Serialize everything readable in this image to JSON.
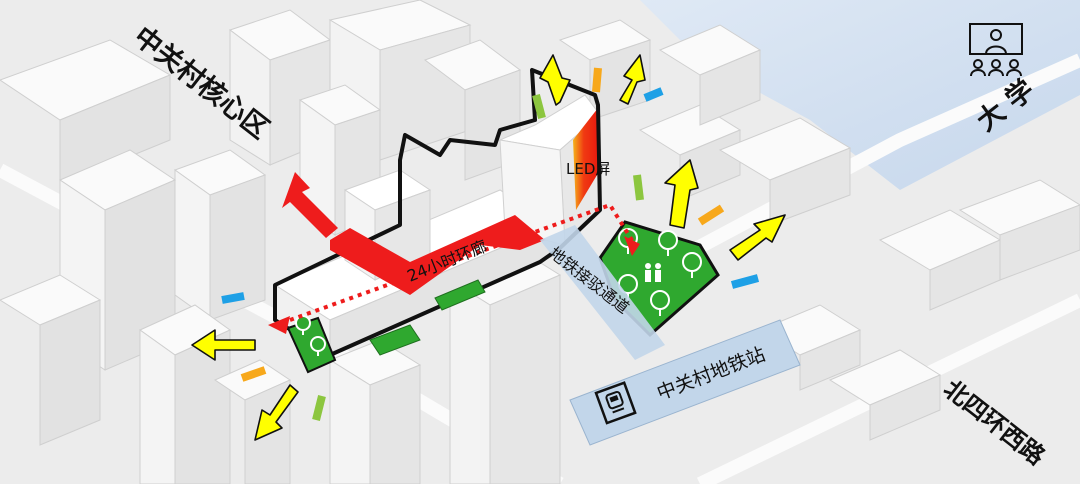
{
  "labels": {
    "zhongguancun_core": "中关村核心区",
    "university": "大 学",
    "led_screen": "LED屏",
    "corridor_24h": "24小时环廊",
    "metro_connector": "地铁接驳通道",
    "metro_station": "中关村地铁站",
    "beisihuan_road": "北四环西路"
  },
  "colors": {
    "highlight_red": "#ee1c1c",
    "arrow_yellow": "#ffff00",
    "green_space": "#2fa82f",
    "station_blue": "#c2d6ea",
    "water_blue": "#d2e0f0",
    "dash_green": "#8cc63f",
    "dash_orange": "#f7a81b",
    "dash_blue": "#1ea0e6"
  },
  "icons": {
    "university": "lecture-presenter-icon",
    "metro": "train-icon",
    "green_space": "tree-icon",
    "people": "people-icon"
  }
}
